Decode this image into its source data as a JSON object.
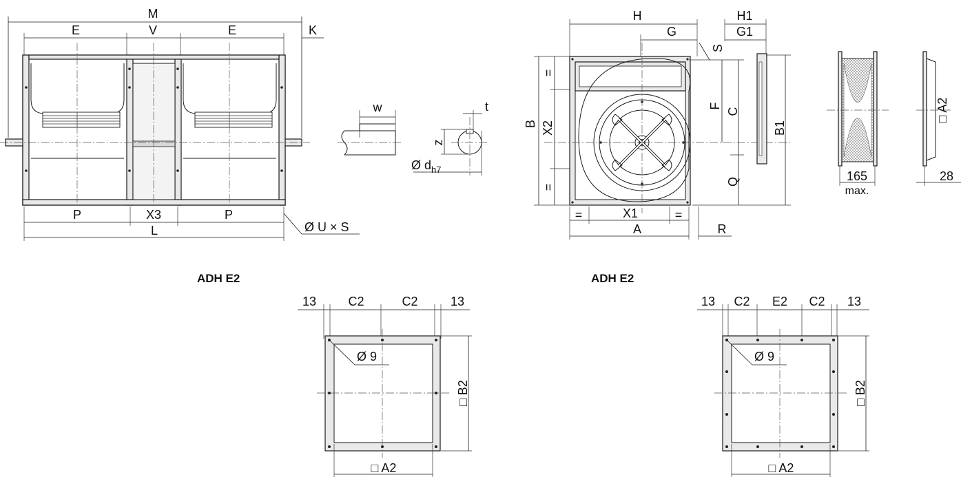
{
  "front_view": {
    "dim_M": "M",
    "dim_E_left": "E",
    "dim_V": "V",
    "dim_E_right": "E",
    "dim_K": "K",
    "dim_P_left": "P",
    "dim_X3": "X3",
    "dim_P_right": "P",
    "dim_L": "L",
    "dim_U_S": "Ø U × S"
  },
  "shaft_detail": {
    "dim_w": "w",
    "dim_z": "z",
    "dim_t": "t",
    "dim_d_prefix": "Ø d",
    "dim_d_sub": "h7"
  },
  "side_view": {
    "dim_H": "H",
    "dim_G": "G",
    "dim_H1": "H1",
    "dim_G1": "G1",
    "dim_S": "S",
    "dim_B": "B",
    "dim_X2": "X2",
    "eq_top": "=",
    "eq_bottom": "=",
    "dim_F": "F",
    "dim_C": "C",
    "dim_Q": "Q",
    "dim_B1": "B1",
    "eq_left": "=",
    "dim_X1": "X1",
    "eq_right": "=",
    "dim_A": "A",
    "dim_R": "R"
  },
  "flexible_connector": {
    "dim_165": "165",
    "dim_max": "max.",
    "dim_A2": "□ A2",
    "dim_28": "28"
  },
  "flange_left": {
    "title": "ADH E2",
    "dim_13_left": "13",
    "dim_C2_a": "C2",
    "dim_C2_b": "C2",
    "dim_13_right": "13",
    "dim_hole": "Ø 9",
    "dim_B2": "□ B2",
    "dim_A2": "□ A2"
  },
  "flange_right": {
    "title": "ADH E2",
    "dim_13_left": "13",
    "dim_C2_a": "C2",
    "dim_E2": "E2",
    "dim_C2_b": "C2",
    "dim_13_right": "13",
    "dim_hole": "Ø 9",
    "dim_B2": "□ B2",
    "dim_A2": "□ A2"
  }
}
